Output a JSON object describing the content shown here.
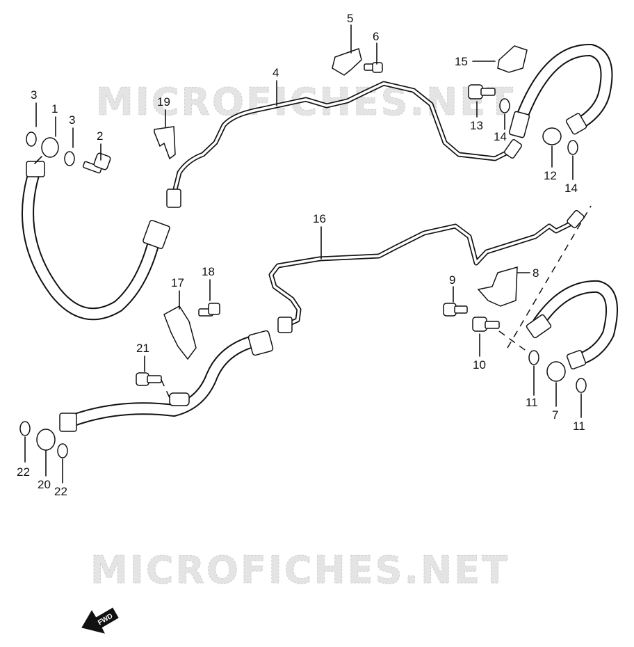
{
  "watermarks": [
    "MICROFICHES.NET",
    "MICROFICHES.NET"
  ],
  "direction_label": "FWD",
  "callouts": [
    {
      "id": "c1",
      "text": "1"
    },
    {
      "id": "c2",
      "text": "2"
    },
    {
      "id": "c3a",
      "text": "3"
    },
    {
      "id": "c3b",
      "text": "3"
    },
    {
      "id": "c4",
      "text": "4"
    },
    {
      "id": "c5",
      "text": "5"
    },
    {
      "id": "c6",
      "text": "6"
    },
    {
      "id": "c7",
      "text": "7"
    },
    {
      "id": "c8",
      "text": "8"
    },
    {
      "id": "c9",
      "text": "9"
    },
    {
      "id": "c10",
      "text": "10"
    },
    {
      "id": "c11a",
      "text": "11"
    },
    {
      "id": "c11b",
      "text": "11"
    },
    {
      "id": "c12",
      "text": "12"
    },
    {
      "id": "c13",
      "text": "13"
    },
    {
      "id": "c14a",
      "text": "14"
    },
    {
      "id": "c14b",
      "text": "14"
    },
    {
      "id": "c15",
      "text": "15"
    },
    {
      "id": "c16",
      "text": "16"
    },
    {
      "id": "c17",
      "text": "17"
    },
    {
      "id": "c18",
      "text": "18"
    },
    {
      "id": "c19",
      "text": "19"
    },
    {
      "id": "c20",
      "text": "20"
    },
    {
      "id": "c21",
      "text": "21"
    },
    {
      "id": "c22a",
      "text": "22"
    },
    {
      "id": "c22b",
      "text": "22"
    }
  ]
}
